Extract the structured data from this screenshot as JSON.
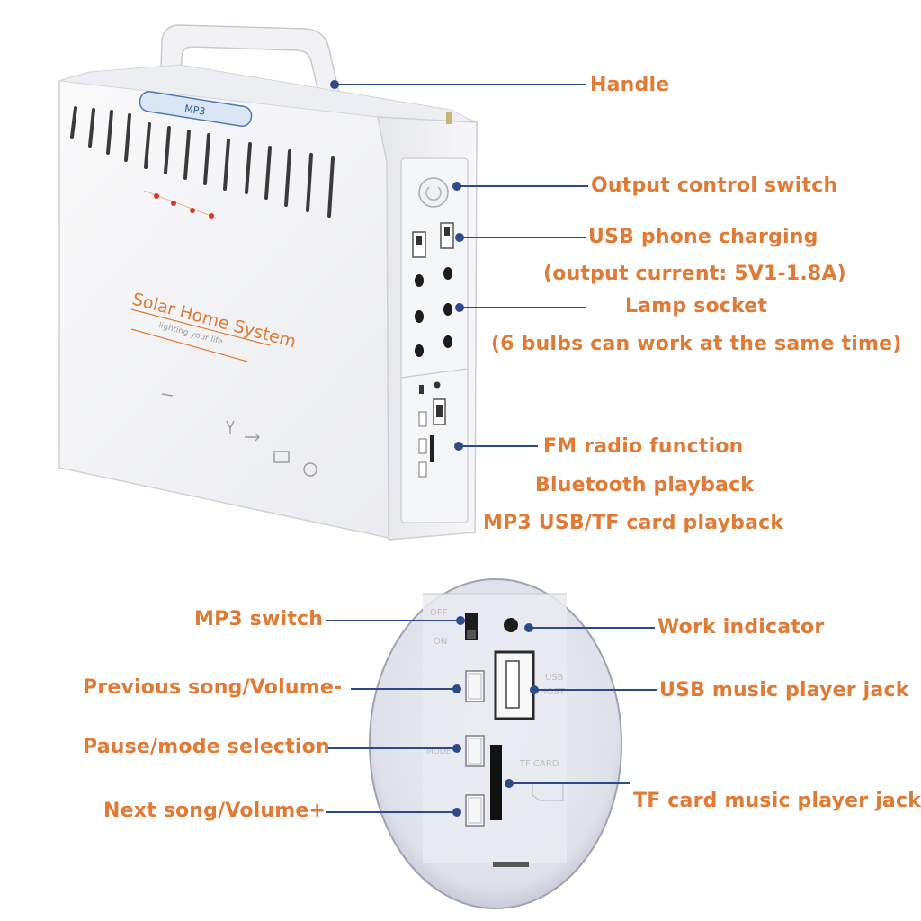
{
  "colors": {
    "label_text": "#e07a35",
    "leader_line": "#2d4a8a",
    "device_body": "#f4f4f6",
    "device_shadow": "#d9dae0",
    "dark_slot": "#1c1c1c",
    "indicator_red": "#d9352b"
  },
  "device": {
    "badge_text": "MP3",
    "front_title": "Solar Home System",
    "front_subtitle": "lighting your life"
  },
  "callouts_top": {
    "handle": "Handle",
    "output_switch": "Output control switch",
    "usb_charging": "USB phone charging",
    "usb_output": "(output current: 5V1-1.8A)",
    "lamp_socket": "Lamp socket",
    "lamp_bulbs": "(6 bulbs can work at the same time)",
    "fm_radio": "FM radio function",
    "bluetooth": "Bluetooth playback",
    "mp3_card": "MP3 USB/TF card playback"
  },
  "callouts_bottom": {
    "mp3_switch": "MP3 switch",
    "prev_song": "Previous song/Volume-",
    "pause_mode": "Pause/mode selection",
    "next_song": "Next song/Volume+",
    "work_indicator": "Work indicator",
    "usb_jack": "USB music player jack",
    "tf_jack": "TF card music player jack"
  },
  "panel_labels": {
    "off": "OFF",
    "on": "ON",
    "usb_host_1": "USB",
    "usb_host_2": "HOST",
    "tf_card": "TF CARD",
    "mode": "MODE"
  }
}
